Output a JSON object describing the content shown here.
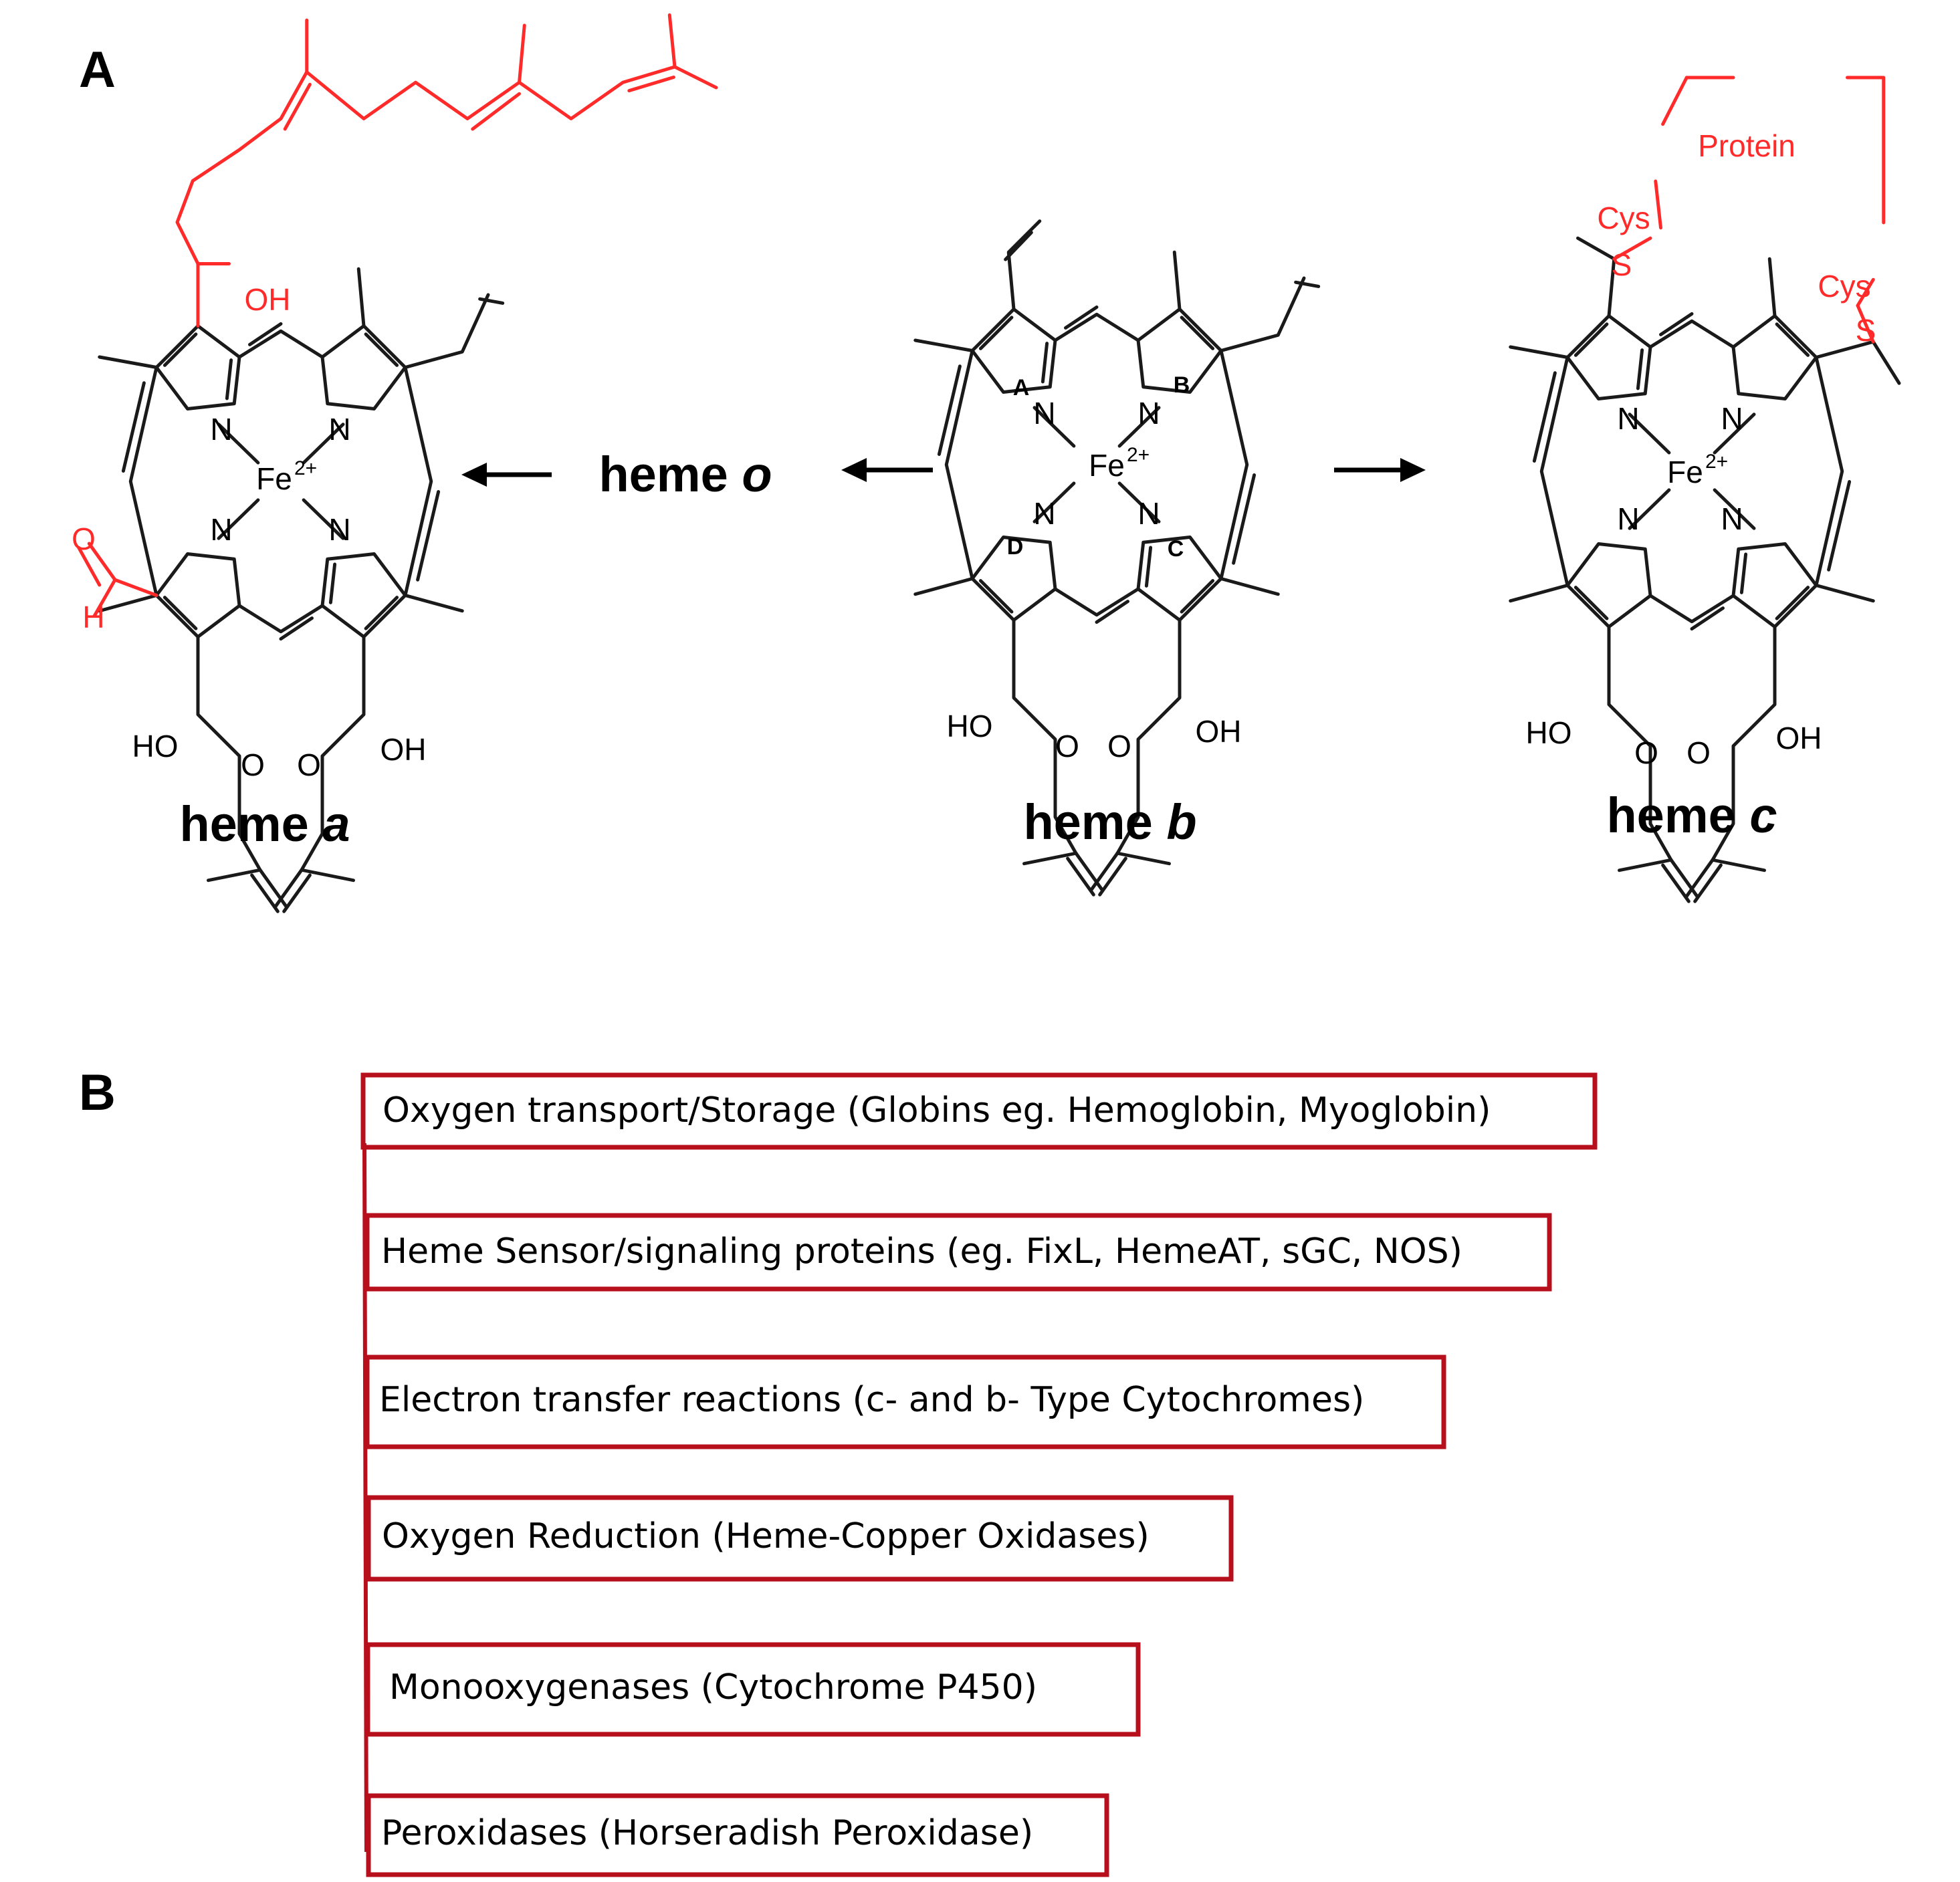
{
  "panel_a": {
    "letter": "A",
    "heme_a": {
      "label_prefix": "heme ",
      "label_italic": "a"
    },
    "heme_o": {
      "label_prefix": "heme ",
      "label_italic": "o"
    },
    "heme_b": {
      "label_prefix": "heme ",
      "label_italic": "b"
    },
    "heme_c": {
      "label_prefix": "heme ",
      "label_italic": "c"
    },
    "atoms": {
      "nitrogen": "N",
      "iron": "Fe",
      "iron_charge": "2+",
      "hydroxyl_left": "HO",
      "hydroxyl_right": "OH",
      "oxygen": "O",
      "hydrogen": "H",
      "sulfur": "S",
      "cysteine": "Cys",
      "protein": "Protein"
    },
    "ring_letters": [
      "A",
      "B",
      "C",
      "D"
    ],
    "colors": {
      "modification": "#ff2a2a",
      "structure": "#1a1a1a"
    }
  },
  "panel_b": {
    "letter": "B",
    "box_color": "#b80f1c",
    "functions": [
      "Oxygen transport/Storage (Globins eg. Hemoglobin, Myoglobin)",
      "Heme Sensor/signaling proteins (eg. FixL, HemeAT, sGC, NOS)",
      "Electron transfer reactions (c- and b- Type Cytochromes)",
      "Oxygen Reduction (Heme-Copper Oxidases)",
      "Monooxygenases (Cytochrome P450)",
      "Peroxidases (Horseradish Peroxidase)"
    ]
  }
}
